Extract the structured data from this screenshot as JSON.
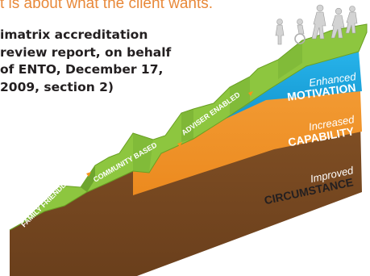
{
  "headline": "t is about what the client wants.",
  "quote": {
    "lines": [
      "imatrix accreditation",
      "review report, on behalf",
      "of ENTO, December 17,",
      "2009, section 2)"
    ]
  },
  "steps": [
    {
      "label": "FAMILY FRIENDLY"
    },
    {
      "label": "COMMUNITY BASED"
    },
    {
      "label": "ADVISER ENABLED"
    }
  ],
  "bands": [
    {
      "prefix": "Enhanced",
      "main": "MOTIVATION",
      "color": "#1aa6df"
    },
    {
      "prefix": "Increased",
      "main": "CAPABILITY",
      "color": "#f0902a"
    },
    {
      "prefix": "Improved",
      "main": "CIRCUMSTANCE",
      "color": "#7b4a22"
    }
  ],
  "colors": {
    "top_surface": "#8dc63f",
    "top_edge": "#6aa023",
    "arrow": "#f7941d",
    "headline": "#e8893a"
  }
}
